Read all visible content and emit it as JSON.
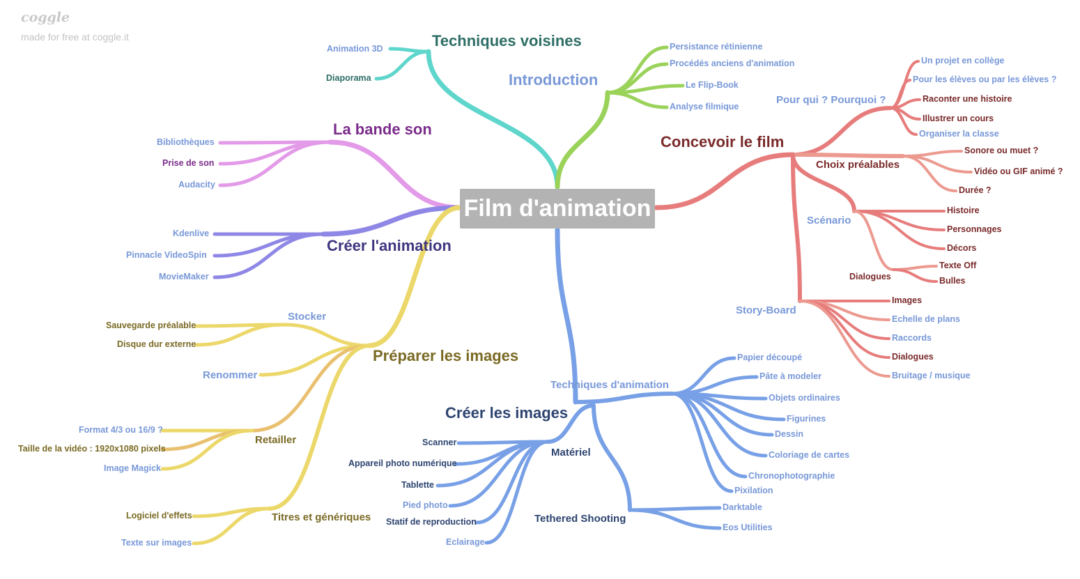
{
  "branding": {
    "logo": "coggle",
    "note": "made for free at coggle.it"
  },
  "root": {
    "label": "Film d'animation"
  },
  "colors": {
    "teal": "#5fd6cc",
    "green": "#9ad25a",
    "pink": "#e39ae8",
    "purple": "#8f87e6",
    "yellow": "#ecd86a",
    "orange": "#e9c070",
    "blue": "#78a0e6",
    "red": "#e77c7c",
    "salmon": "#ec9a90",
    "darkred": "#7a2a2a",
    "darkgreen": "#2e6e66",
    "darkpurple": "#3e3680",
    "violet": "#7a2c8a",
    "olive": "#7a6a24",
    "navy": "#2d4470",
    "lightblue": "#7898d8"
  },
  "nodes": {
    "techniques_voisines": "Techniques voisines",
    "animation_3d": "Animation 3D",
    "diaporama": "Diaporama",
    "introduction": "Introduction",
    "persistance": "Persistance rétinienne",
    "procedes": "Procédés anciens d'animation",
    "flipbook": "Le Flip-Book",
    "analyse": "Analyse filmique",
    "bande_son": "La bande son",
    "bibliotheques": "Bibliothèques",
    "prise_son": "Prise de son",
    "audacity": "Audacity",
    "creer_animation": "Créer l'animation",
    "kdenlive": "Kdenlive",
    "pinnacle": "Pinnacle VideoSpin",
    "moviemaker": "MovieMaker",
    "preparer": "Préparer les images",
    "stocker": "Stocker",
    "sauvegarde": "Sauvegarde préalable",
    "disque": "Disque dur externe",
    "renommer": "Renommer",
    "retailler": "Retailler",
    "format": "Format 4/3 ou 16/9 ?",
    "taille": "Taille de la vidéo : 1920x1080 pixels",
    "magick": "Image Magick",
    "titres": "Titres et génériques",
    "logiciel": "Logiciel d'effets",
    "texte_images": "Texte sur images",
    "creer_images": "Créer les images",
    "techniques_anim": "Techniques d'animation",
    "papier": "Papier découpé",
    "pate": "Pâte à modeler",
    "objets": "Objets ordinaires",
    "figurines": "Figurines",
    "dessin": "Dessin",
    "coloriage": "Coloriage de cartes",
    "chrono": "Chronophotographie",
    "pixilation": "Pixilation",
    "materiel": "Matériel",
    "scanner": "Scanner",
    "appareil": "Appareil photo numérique",
    "tablette": "Tablette",
    "pied": "Pied photo",
    "statif": "Statif de reproduction",
    "eclairage": "Eclairage",
    "tethered": "Tethered Shooting",
    "darktable": "Darktable",
    "eos": "Eos Utilities",
    "concevoir": "Concevoir le film",
    "pour_qui": "Pour qui ? Pourquoi ?",
    "projet": "Un projet en collège",
    "eleves": "Pour les élèves ou par les élèves ?",
    "raconter": "Raconter une histoire",
    "illustrer": "Illustrer un cours",
    "organiser": "Organiser la classe",
    "choix": "Choix préalables",
    "sonore": "Sonore ou muet ?",
    "video_gif": "Vidéo ou GIF animé ?",
    "duree": "Durée ?",
    "scenario": "Scénario",
    "histoire": "Histoire",
    "personnages": "Personnages",
    "decors": "Décors",
    "dialogues_sc": "Dialogues",
    "texte_off": "Texte Off",
    "bulles": "Bulles",
    "storyboard": "Story-Board",
    "images_sb": "Images",
    "echelle": "Echelle de plans",
    "raccords": "Raccords",
    "dialogues_sb": "Dialogues",
    "bruitage": "Bruitage / musique"
  }
}
